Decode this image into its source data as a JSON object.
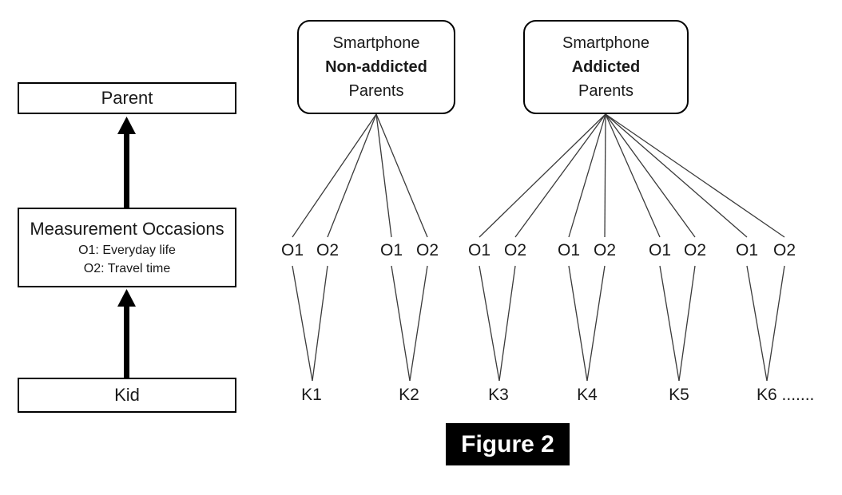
{
  "figure": {
    "caption": "Figure 2"
  },
  "left_panel": {
    "parent_box": "Parent",
    "measurement_box": {
      "title": "Measurement Occasions",
      "occasion1": "O1: Everyday life",
      "occasion2": "O2: Travel time"
    },
    "kid_box": "Kid"
  },
  "groups": [
    {
      "line1": "Smartphone",
      "line2_bold": "Non-addicted",
      "line3": "Parents"
    },
    {
      "line1": "Smartphone",
      "line2_bold": "Addicted",
      "line3": "Parents"
    }
  ],
  "occasion_labels": [
    "O1",
    "O2",
    "O1",
    "O2",
    "O1",
    "O2",
    "O1",
    "O2",
    "O1",
    "O2",
    "O1",
    "O2"
  ],
  "kid_labels": [
    "K1",
    "K2",
    "K3",
    "K4",
    "K5",
    "K6 ......."
  ],
  "colors": {
    "line": "#3a3a3a",
    "border": "#000000",
    "caption_bg": "#000000",
    "caption_fg": "#ffffff"
  }
}
